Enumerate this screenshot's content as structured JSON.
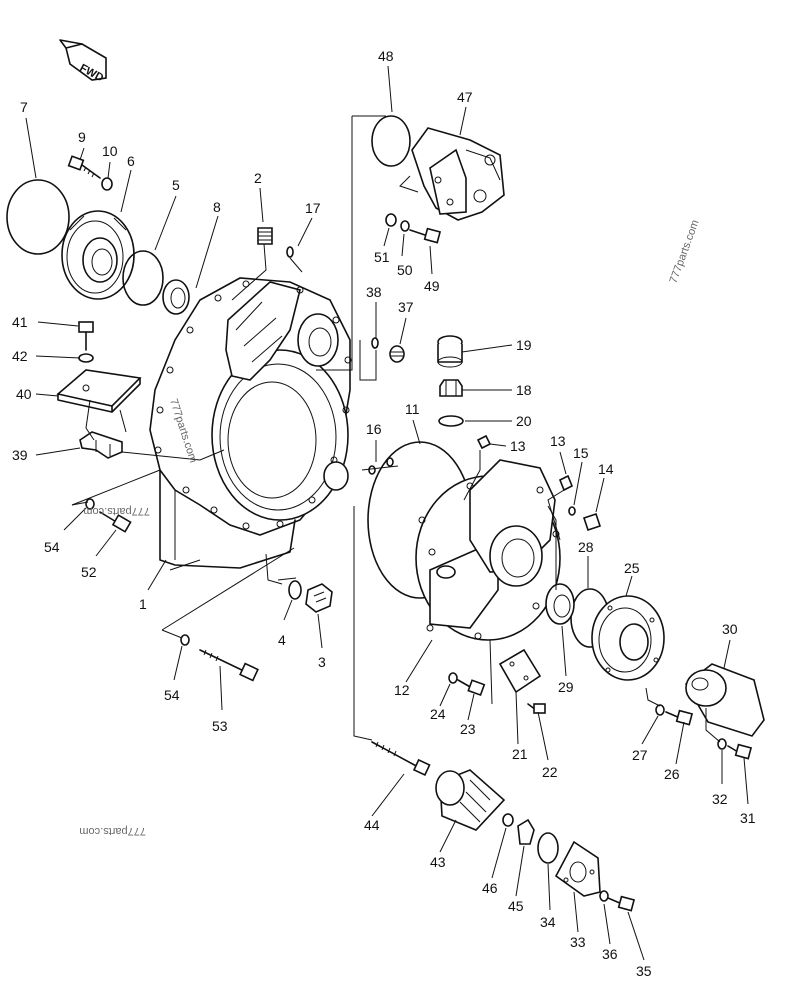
{
  "fwd_badge": "FWD",
  "watermarks": [
    "777parts.com",
    "777parts.com",
    "777parts.com",
    "777parts.com"
  ],
  "callouts": [
    {
      "id": "7",
      "text": "7"
    },
    {
      "id": "9",
      "text": "9"
    },
    {
      "id": "10",
      "text": "10"
    },
    {
      "id": "6",
      "text": "6"
    },
    {
      "id": "5",
      "text": "5"
    },
    {
      "id": "8",
      "text": "8"
    },
    {
      "id": "2",
      "text": "2"
    },
    {
      "id": "17",
      "text": "17"
    },
    {
      "id": "48",
      "text": "48"
    },
    {
      "id": "47",
      "text": "47"
    },
    {
      "id": "51",
      "text": "51"
    },
    {
      "id": "50",
      "text": "50"
    },
    {
      "id": "49",
      "text": "49"
    },
    {
      "id": "38",
      "text": "38"
    },
    {
      "id": "37",
      "text": "37"
    },
    {
      "id": "41",
      "text": "41"
    },
    {
      "id": "42",
      "text": "42"
    },
    {
      "id": "40",
      "text": "40"
    },
    {
      "id": "39",
      "text": "39"
    },
    {
      "id": "19",
      "text": "19"
    },
    {
      "id": "18",
      "text": "18"
    },
    {
      "id": "11",
      "text": "11"
    },
    {
      "id": "20",
      "text": "20"
    },
    {
      "id": "16",
      "text": "16"
    },
    {
      "id": "13a",
      "text": "13"
    },
    {
      "id": "13b",
      "text": "13"
    },
    {
      "id": "15",
      "text": "15"
    },
    {
      "id": "14",
      "text": "14"
    },
    {
      "id": "54a",
      "text": "54"
    },
    {
      "id": "52",
      "text": "52"
    },
    {
      "id": "1",
      "text": "1"
    },
    {
      "id": "28",
      "text": "28"
    },
    {
      "id": "25",
      "text": "25"
    },
    {
      "id": "4",
      "text": "4"
    },
    {
      "id": "3",
      "text": "3"
    },
    {
      "id": "30",
      "text": "30"
    },
    {
      "id": "29",
      "text": "29"
    },
    {
      "id": "12",
      "text": "12"
    },
    {
      "id": "54b",
      "text": "54"
    },
    {
      "id": "53",
      "text": "53"
    },
    {
      "id": "24",
      "text": "24"
    },
    {
      "id": "23",
      "text": "23"
    },
    {
      "id": "21",
      "text": "21"
    },
    {
      "id": "22",
      "text": "22"
    },
    {
      "id": "27",
      "text": "27"
    },
    {
      "id": "26",
      "text": "26"
    },
    {
      "id": "32",
      "text": "32"
    },
    {
      "id": "31",
      "text": "31"
    },
    {
      "id": "44",
      "text": "44"
    },
    {
      "id": "43",
      "text": "43"
    },
    {
      "id": "46",
      "text": "46"
    },
    {
      "id": "45",
      "text": "45"
    },
    {
      "id": "34",
      "text": "34"
    },
    {
      "id": "33",
      "text": "33"
    },
    {
      "id": "36",
      "text": "36"
    },
    {
      "id": "35",
      "text": "35"
    }
  ]
}
